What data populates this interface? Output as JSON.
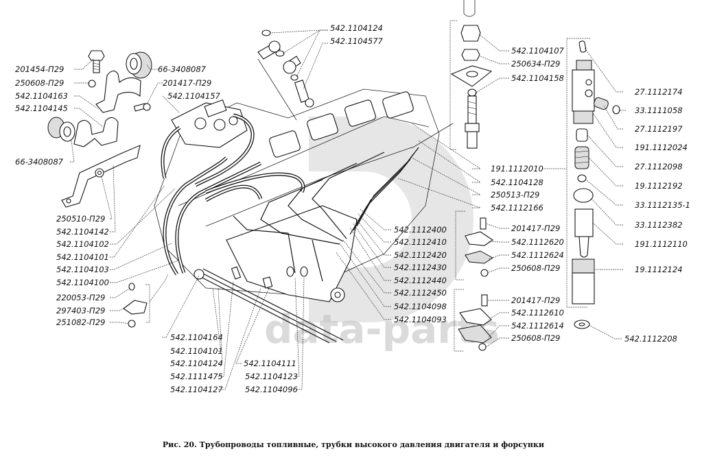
{
  "caption": "Рис. 20. Трубопроводы топливные, трубки высокого давления двигателя и форсунки",
  "watermark": "data-parts",
  "labels": {
    "l201454": "201454-П29",
    "l250608a": "250608-П29",
    "l1104163": "542.1104163",
    "l1104145": "542.1104145",
    "l663408087b": "66-3408087",
    "l663408087a": "66-3408087",
    "l201417a": "201417-П29",
    "l1104157": "542.1104157",
    "l1104124a": "542.1104124",
    "l1104577": "542.1104577",
    "l250510": "250510-П29",
    "l1104142": "542.1104142",
    "l1104102": "542.1104102",
    "l1104101a": "542.1104101",
    "l1104103": "542.1104103",
    "l1104100": "542.1104100",
    "l220053": "220053-П29",
    "l297403": "297403-П29",
    "l251082": "251082-П29",
    "l1104164": "542.1104164",
    "l1104101b": "542.1104101",
    "l1104124b": "542.1104124",
    "l1111475": "542.1111475",
    "l1104127": "542.1104127",
    "l1104111": "542.1104111",
    "l1104123": "542.1104123",
    "l1104096": "542.1104096",
    "l1112400": "542.1112400",
    "l1112410": "542.1112410",
    "l1112420": "542.1112420",
    "l1112430": "542.1112430",
    "l1112440": "542.1112440",
    "l1112450": "542.1112450",
    "l1104098": "542.1104098",
    "l1104093": "542.1104093",
    "l1104107": "542.1104107",
    "l250634": "250634-П29",
    "l1104158": "542.1104158",
    "l1112010": "191.1112010",
    "l1104128": "542.1104128",
    "l250513": "250513-П29",
    "l1112166": "542.1112166",
    "l201417b": "201417-П29",
    "l1112620": "542.1112620",
    "l1112624": "542.1112624",
    "l250608b": "250608-П29",
    "l201417c": "201417-П29",
    "l1112610": "542.1112610",
    "l1112614": "542.1112614",
    "l250608c": "250608-П29",
    "l1112174": "27.1112174",
    "l1111058": "33.1111058",
    "l1112197": "27.1112197",
    "l1112024": "191.1112024",
    "l1112098": "27.1112098",
    "l1112192": "19.1112192",
    "l1112135": "33.1112135-1",
    "l1112382": "33.1112382",
    "l1112110": "191.1112110",
    "l1112124": "19.1112124",
    "l1112208": "542.1112208"
  }
}
